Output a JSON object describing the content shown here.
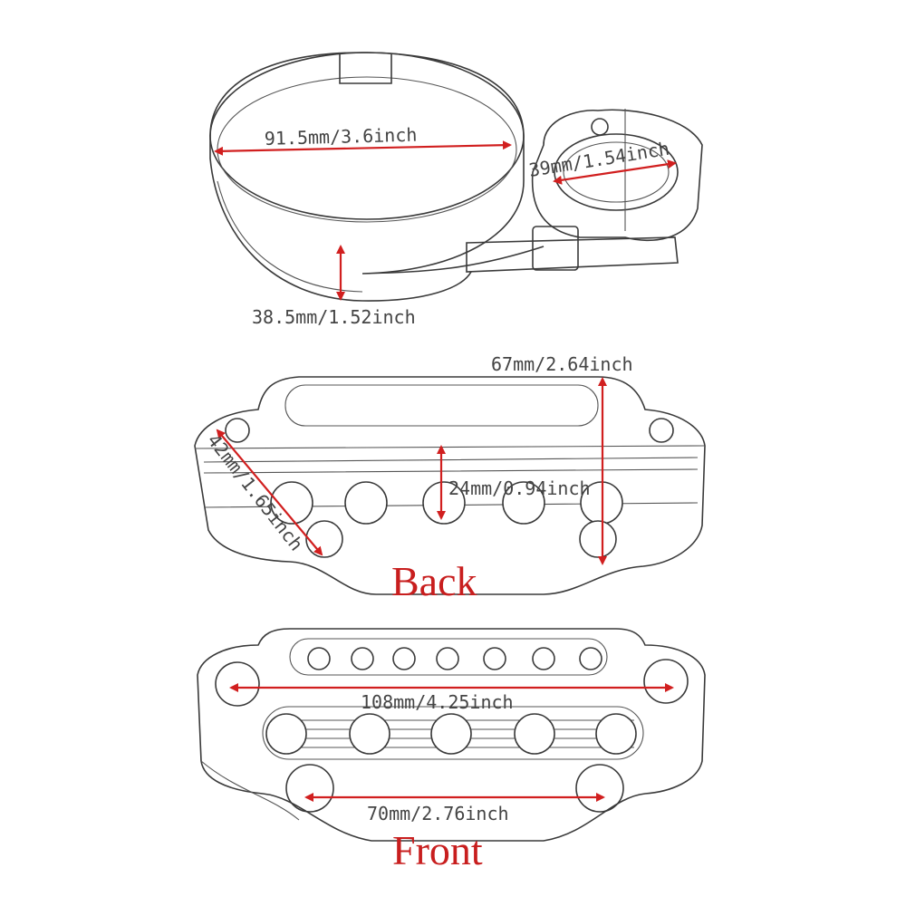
{
  "dimensions": {
    "ring_diameter": "91.5mm/3.6inch",
    "clamp_diameter": "39mm/1.54inch",
    "ring_height": "38.5mm/1.52inch",
    "bracket_height": "67mm/2.64inch",
    "slot_width": "42mm/1.65inch",
    "bar_height": "24mm/0.94inch",
    "front_width": "108mm/4.25inch",
    "front_spacing": "70mm/2.76inch"
  },
  "captions": {
    "back": "Back",
    "front": "Front"
  },
  "colors": {
    "arrow": "#d11f1f",
    "caption": "#c81e1e",
    "line": "#3a3a3a",
    "background": "#ffffff"
  }
}
